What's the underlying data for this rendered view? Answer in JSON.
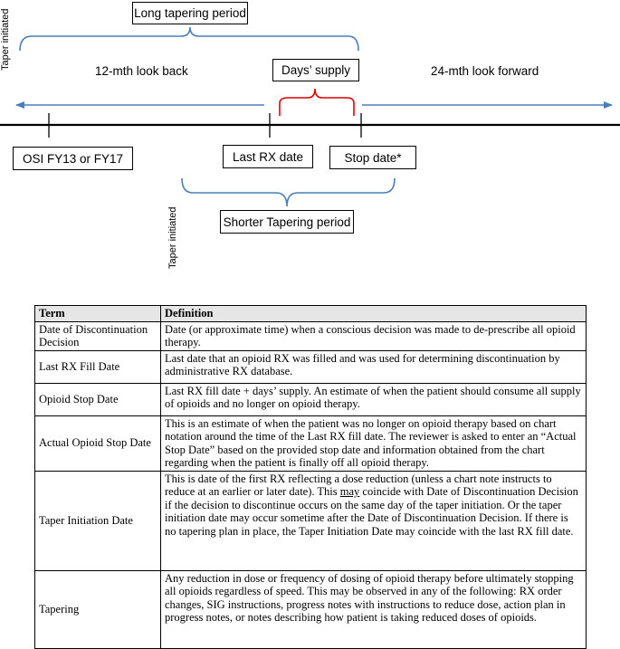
{
  "diagram": {
    "long_tapering_period": "Long tapering period",
    "taper_initiated_top": "Taper initiated",
    "look_back": "12-mth look back",
    "days_supply": "Days’ supply",
    "look_forward": "24-mth look forward",
    "osi": "OSI FY13 or FY17",
    "last_rx_date": "Last RX date",
    "stop_date": "Stop date*",
    "taper_initiated_bottom": "Taper initiated",
    "shorter_tapering_period": "Shorter Tapering period",
    "colors": {
      "arrow": "#4a7ebb",
      "days_bracket": "#e00000",
      "timeline": "#000000"
    }
  },
  "table": {
    "headers": {
      "term": "Term",
      "definition": "Definition"
    },
    "rows": [
      {
        "term": "Date of Discontinuation Decision",
        "definition": "Date (or approximate time) when a conscious decision was made to de-prescribe all opioid therapy."
      },
      {
        "term": "Last RX Fill Date",
        "definition": "Last date that an opioid RX was filled and was used for determining discontinuation by administrative RX database."
      },
      {
        "term": "Opioid Stop Date",
        "definition": "Last RX fill date + days’ supply. An estimate of when the patient should consume all supply of opioids and no longer on opioid therapy."
      },
      {
        "term": "Actual Opioid Stop Date",
        "definition": "This is an estimate of when the patient was no longer on opioid therapy based on chart notation around the time of the Last RX fill date. The reviewer is asked to enter an “Actual Stop Date” based on the provided stop date and information obtained from the chart regarding when the patient is finally off all opioid therapy."
      },
      {
        "term": "Taper Initiation Date",
        "definition_before": "This is date of the first RX reflecting a dose reduction (unless a chart note instructs to reduce at an earlier or later date). This ",
        "definition_underlined": "may",
        "definition_after": " coincide with Date of Discontinuation Decision if the decision to discontinue occurs on the same day of the taper initiation. Or the taper initiation date may occur sometime after the Date of Discontinuation Decision. If there is no tapering plan in place, the Taper Initiation Date may coincide with the last RX fill date."
      },
      {
        "term": "Tapering",
        "definition": "Any reduction in dose or frequency of dosing of opioid therapy before ultimately stopping all opioids regardless of speed. This may be observed in any of the following: RX order changes, SIG instructions, progress notes with instructions to reduce dose, action plan in progress notes, or notes describing how patient is taking reduced doses of opioids."
      }
    ]
  }
}
